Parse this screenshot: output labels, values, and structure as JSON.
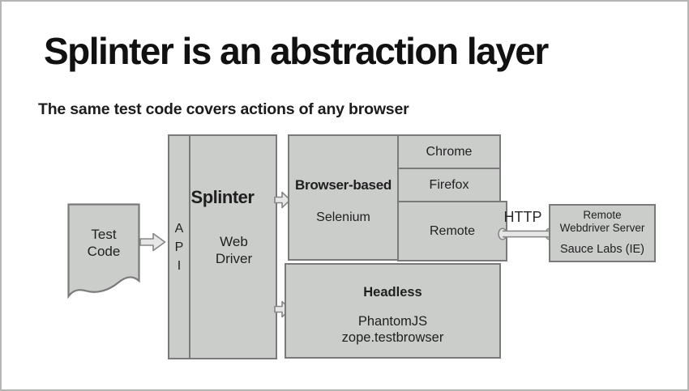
{
  "slide": {
    "title": "Splinter is an abstraction layer",
    "subtitle": "The same test code covers actions of any browser"
  },
  "diagram": {
    "test_code": {
      "line1": "Test",
      "line2": "Code"
    },
    "api_strip": {
      "letters": [
        "A",
        "P",
        "I"
      ]
    },
    "splinter": {
      "title": "Splinter",
      "line1": "Web",
      "line2": "Driver"
    },
    "browser_based": {
      "title": "Browser-based",
      "engine": "Selenium"
    },
    "chrome": {
      "label": "Chrome"
    },
    "firefox": {
      "label": "Firefox"
    },
    "remote": {
      "label": "Remote"
    },
    "http_link": {
      "label": "HTTP"
    },
    "remote_server": {
      "line1": "Remote",
      "line2": "Webdriver Server",
      "line3": "Sauce Labs (IE)"
    },
    "headless": {
      "title": "Headless",
      "line1": "PhantomJS",
      "line2": "zope.testbrowser"
    }
  },
  "colors": {
    "box_fill": "#cbcdcb",
    "box_border": "#7a7a7a",
    "arrow_fill": "#e6e6e6",
    "arrow_border": "#858585",
    "text": "#1f1f1f",
    "title_text": "#111111",
    "slide_border": "#b4b6b4",
    "background": "#ffffff"
  }
}
